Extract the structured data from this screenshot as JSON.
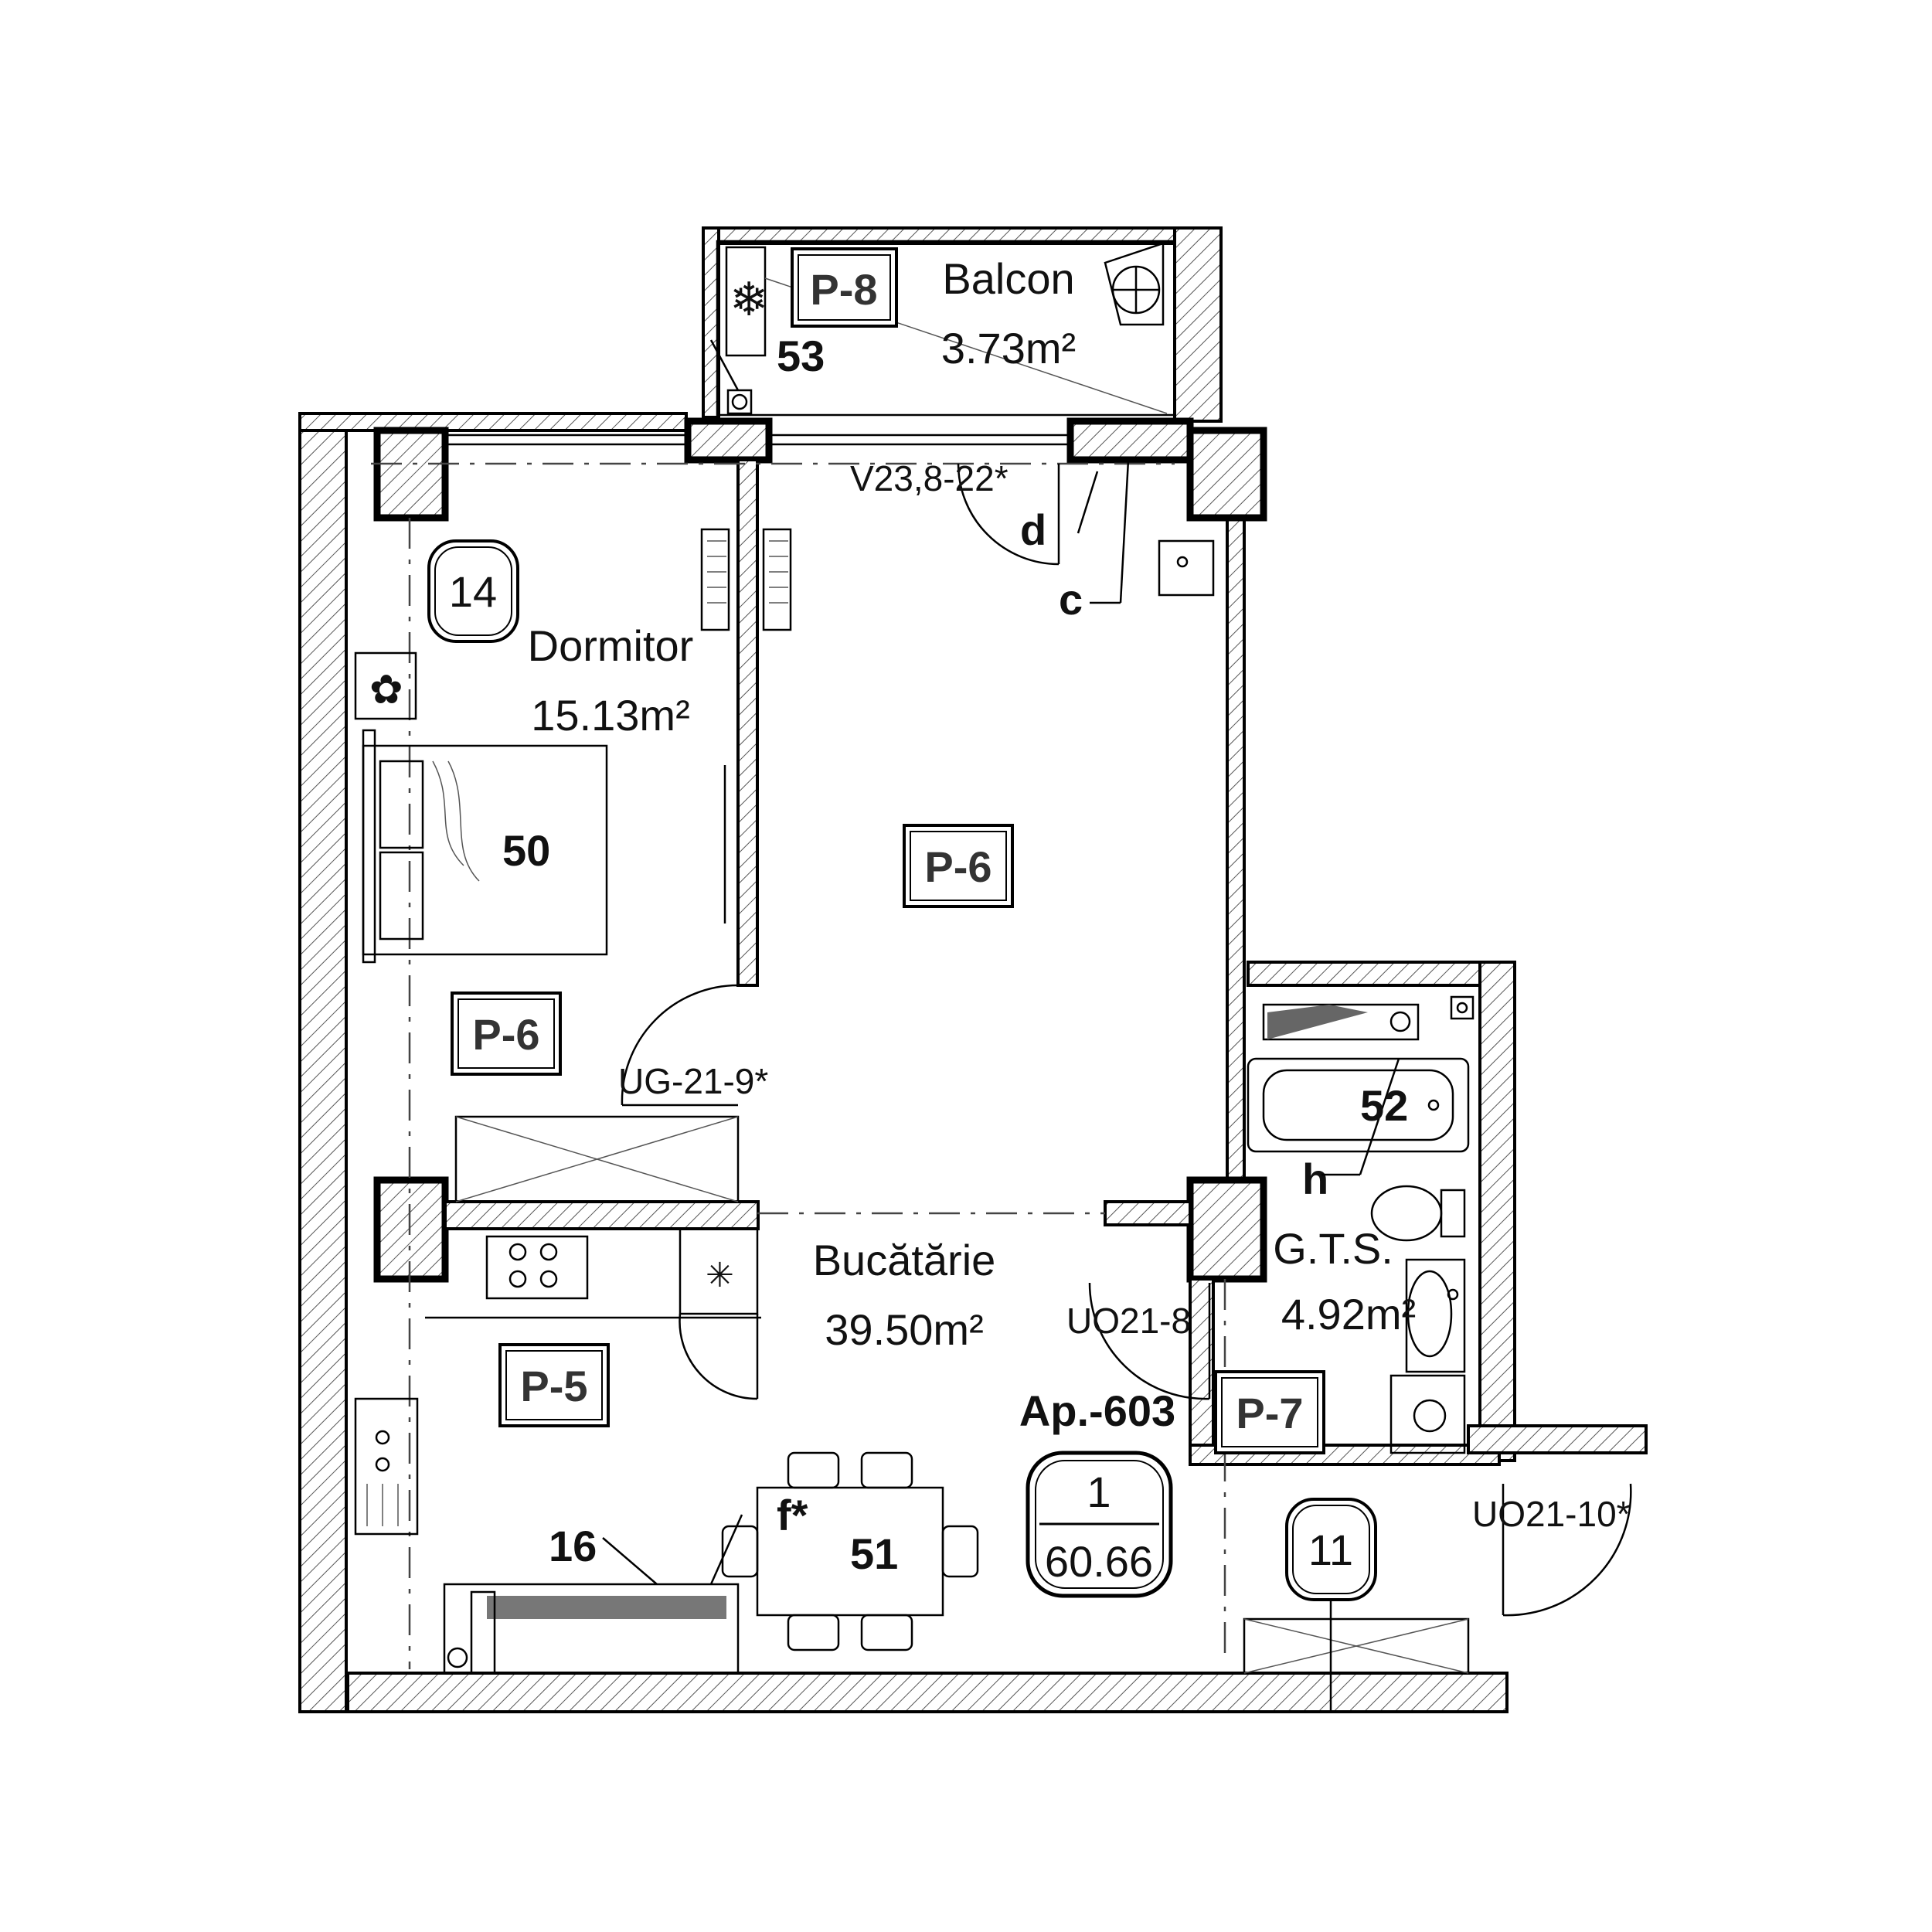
{
  "apartment": {
    "code": "Ap.-603",
    "rooms_count": "1",
    "total_area": "60.66"
  },
  "rooms": {
    "balcon": {
      "name": "Balcon",
      "area": "3.73m²"
    },
    "dormitor": {
      "name": "Dormitor",
      "area": "15.13m²"
    },
    "bucatarie": {
      "name": "Bucătărie",
      "area": "39.50m²"
    },
    "gts": {
      "name": "G.T.S.",
      "area": "4.92m²"
    }
  },
  "finish_tags": {
    "balcon": "P-8",
    "living": "P-6",
    "dormitor": "P-6",
    "kitchen": "P-5",
    "bath": "P-7"
  },
  "door_labels": {
    "balcony_window": "V23,8-22*",
    "bedroom_door": "UG-21-9*",
    "bath_door": "UO21-8",
    "entry_door": "UO21-10*"
  },
  "markers": {
    "d": "d",
    "c": "c",
    "h": "h",
    "f": "f*"
  },
  "item_numbers": {
    "balcony_unit": "53",
    "bed": "50",
    "bath": "52",
    "table": "51",
    "radiator": "16"
  },
  "wall_bubbles": {
    "left": "14",
    "right": "11"
  }
}
